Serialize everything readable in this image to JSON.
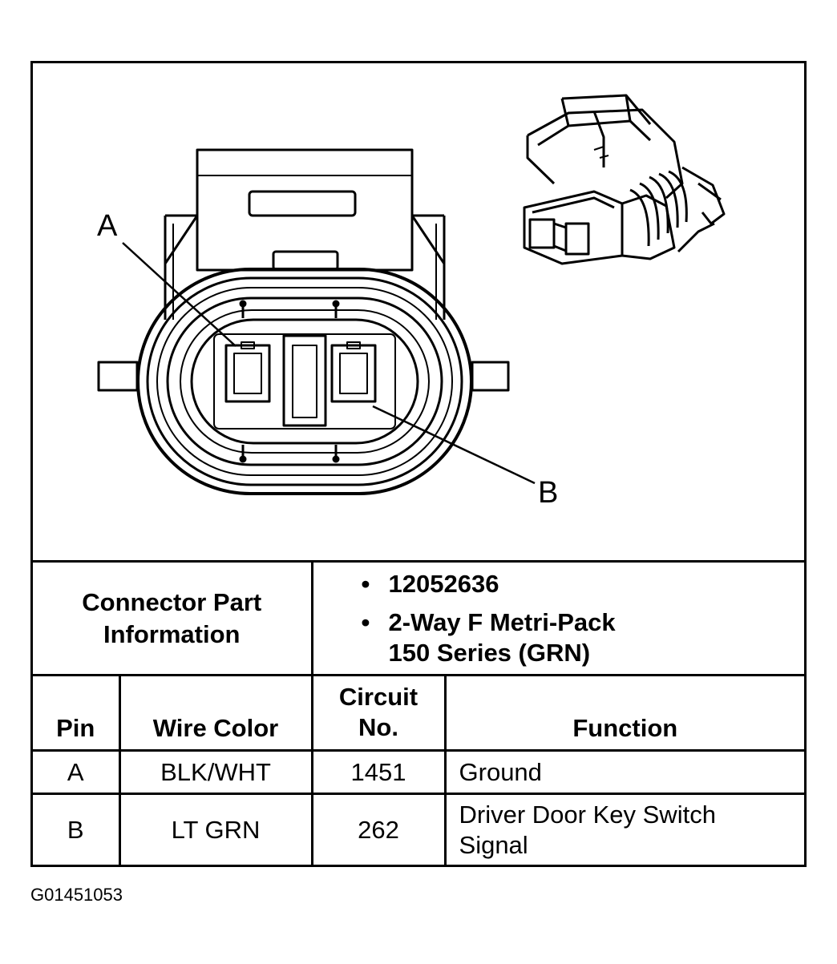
{
  "diagram": {
    "callouts": {
      "a": "A",
      "b": "B"
    }
  },
  "connector_info": {
    "label": [
      "Connector Part",
      "Information"
    ],
    "part_number": "12052636",
    "description": [
      "2-Way F Metri-Pack",
      "150 Series (GRN)"
    ]
  },
  "pin_table": {
    "headers": {
      "pin": "Pin",
      "wire_color": "Wire Color",
      "circuit_no": [
        "Circuit",
        "No."
      ],
      "function": "Function"
    },
    "rows": [
      {
        "pin": "A",
        "wire_color": "BLK/WHT",
        "circuit": "1451",
        "function": [
          "Ground"
        ]
      },
      {
        "pin": "B",
        "wire_color": "LT GRN",
        "circuit": "262",
        "function": [
          "Driver Door Key Switch",
          "Signal"
        ]
      }
    ]
  },
  "figure_id": "G01451053"
}
